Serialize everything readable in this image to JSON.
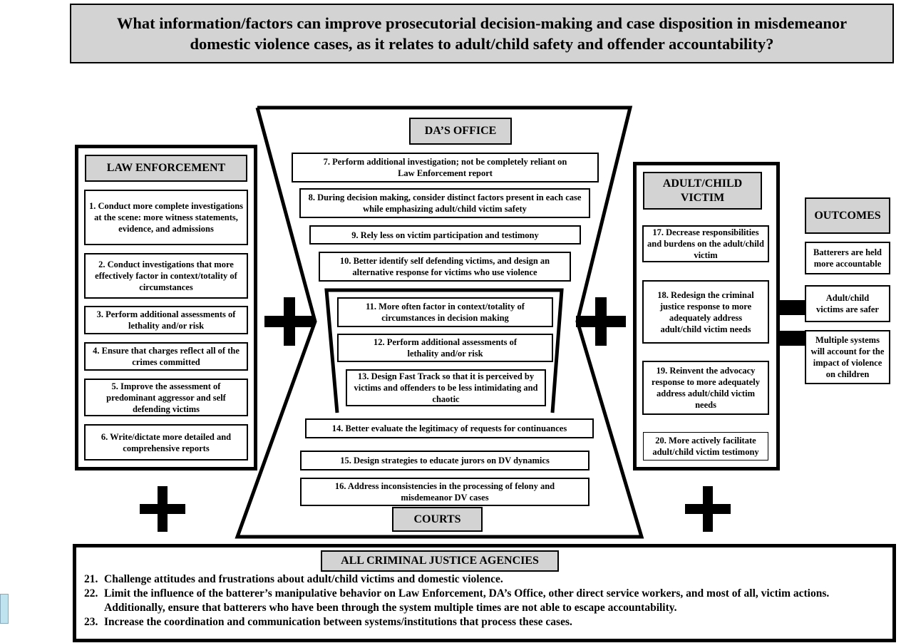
{
  "title": "What information/factors can improve prosecutorial decision-making and case disposition in misdemeanor domestic violence cases, as it relates to adult/child safety and offender accountability?",
  "law_enforcement": {
    "header": "LAW ENFORCEMENT",
    "items": [
      "1. Conduct more complete investigations at the scene: more witness statements, evidence, and admissions",
      "2. Conduct investigations that more effectively factor in context/totality of circumstances",
      "3. Perform additional assessments of lethality and/or risk",
      "4. Ensure that charges reflect all of the crimes committed",
      "5. Improve the assessment of predominant aggressor and self defending victims",
      "6. Write/dictate more detailed and comprehensive reports"
    ]
  },
  "das_office": {
    "header": "DA’S OFFICE",
    "items": [
      "7. Perform additional investigation; not be completely reliant on Law Enforcement report",
      "8.  During decision making, consider distinct factors present in each case while emphasizing adult/child victim safety",
      "9. Rely less on victim participation and testimony",
      "10. Better identify self defending victims, and design an alternative response for victims who use violence"
    ]
  },
  "overlap": {
    "items": [
      "11. More often factor in context/totality of circumstances in decision making",
      "12. Perform additional assessments of lethality and/or risk",
      "13. Design Fast Track so that it is perceived by victims and offenders to be less intimidating and chaotic"
    ]
  },
  "courts": {
    "header": "COURTS",
    "items": [
      "14. Better evaluate the legitimacy of requests for continuances",
      "15. Design strategies to educate jurors on DV dynamics",
      "16. Address inconsistencies in the processing of felony and misdemeanor DV cases"
    ]
  },
  "victim": {
    "header": "ADULT/CHILD VICTIM",
    "items": [
      "17. Decrease responsibilities and burdens on the adult/child victim",
      "18. Redesign the criminal justice response to more adequately address adult/child victim needs",
      "19.  Reinvent the advocacy response to more adequately address adult/child victim needs",
      "20. More actively facilitate adult/child victim testimony"
    ]
  },
  "outcomes": {
    "header": "OUTCOMES",
    "items": [
      "Batterers are held more accountable",
      "Adult/child victims are safer",
      "Multiple systems will account for the impact of violence on children"
    ]
  },
  "all_agencies": {
    "header": "ALL CRIMINAL JUSTICE AGENCIES",
    "items": [
      {
        "num": "21.",
        "text": "Challenge attitudes and frustrations about adult/child victims and domestic violence."
      },
      {
        "num": "22.",
        "text": "Limit the influence of the batterer’s manipulative behavior on Law Enforcement, DA’s Office, other direct service workers, and most of all, victim actions.  Additionally, ensure that batterers who have been through the system multiple times are not able to escape accountability."
      },
      {
        "num": "23.",
        "text": "Increase the coordination and communication between systems/institutions that process these cases."
      }
    ]
  }
}
